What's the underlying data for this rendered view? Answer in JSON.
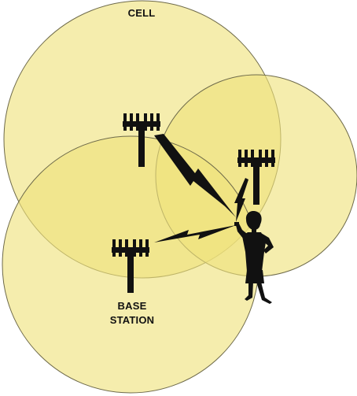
{
  "labels": {
    "cell": "CELL",
    "base_line1": "BASE",
    "base_line2": "STATION"
  },
  "colors": {
    "cell_fill": "#efe27a",
    "cell_stroke": "#6e6a4a",
    "tower": "#111111",
    "signal": "#111111",
    "background": "#ffffff"
  },
  "icons": {
    "tower": "cell-tower-icon",
    "signal": "lightning-bolt-icon",
    "person": "person-with-phone-icon"
  }
}
